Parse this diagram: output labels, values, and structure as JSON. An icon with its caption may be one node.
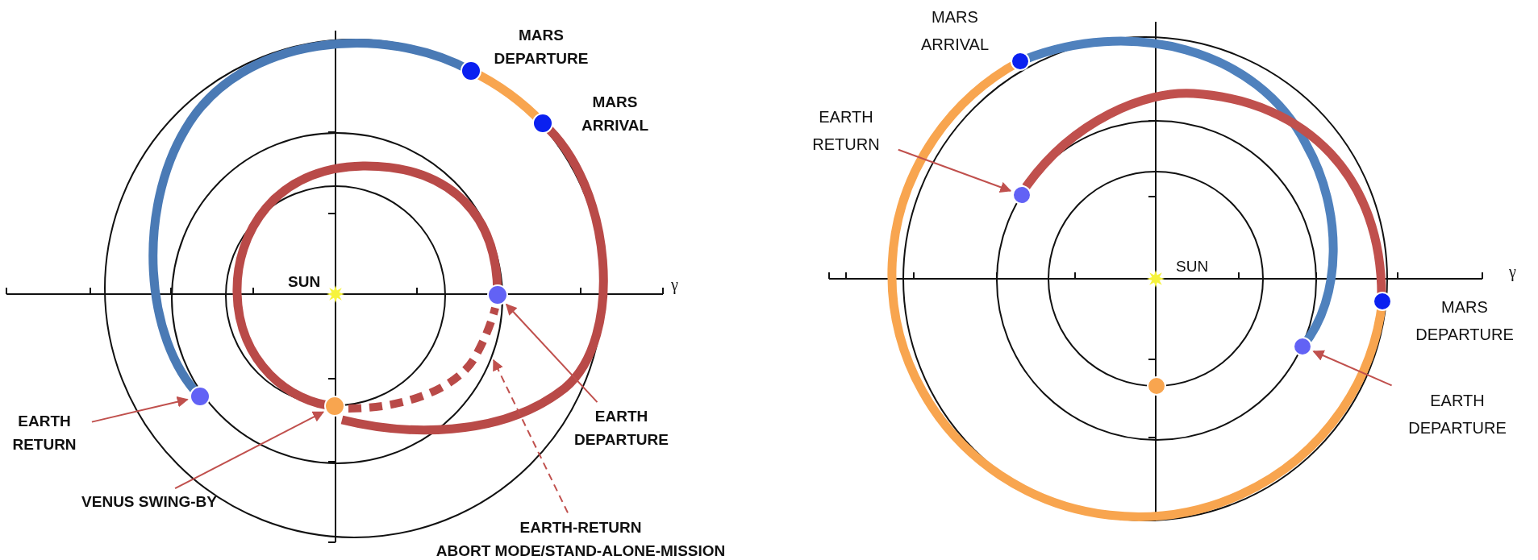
{
  "diagram": {
    "nodes": [
      {
        "text": [],
        "shape": "circle",
        "beside": [
          "MARS DEPARTURE"
        ]
      },
      {
        "text": [],
        "shape": "circle",
        "beside": [
          "MARS ARRIVAL"
        ]
      },
      {
        "text": [
          "EARTH RETURN"
        ]
      },
      {
        "text": [],
        "shape": "circle"
      },
      {
        "text": [
          "VENUS SWING-BY"
        ]
      },
      {
        "text": [],
        "shape": "circle"
      },
      {
        "text": [
          "EARTH DEPARTURE"
        ]
      },
      {
        "text": [],
        "shape": "circle"
      },
      {
        "text": [
          "EARTH-RETURN",
          "ABORT MODE/STAND-ALONE-MISSION"
        ]
      },
      {
        "text": [],
        "shape": "circle",
        "beside": [
          "MARS ARRIVAL"
        ]
      },
      {
        "text": [
          "EARTH RETURN"
        ]
      },
      {
        "text": [],
        "shape": "circle"
      },
      {
        "text": [],
        "shape": "circle",
        "beside": [
          "MARS DEPARTURE"
        ]
      },
      {
        "text": [
          "EARTH DEPARTURE"
        ]
      },
      {
        "text": [],
        "shape": "circle"
      },
      {
        "text": [],
        "shape": "circle"
      }
    ],
    "edges": [
      {
        "from": 2,
        "to": 3,
        "arrow": "to"
      },
      {
        "from": 4,
        "to": 5,
        "arrow": "to"
      },
      {
        "from": 6,
        "to": 7,
        "arrow": "to"
      },
      {
        "from": 8,
        "to": null,
        "arrow": "to",
        "style": "dashed"
      },
      {
        "from": 10,
        "to": 11,
        "arrow": "to"
      },
      {
        "from": 13,
        "to": 14,
        "arrow": "to"
      }
    ],
    "labels": [
      "SUN",
      "γ",
      "SUN",
      "γ"
    ]
  }
}
